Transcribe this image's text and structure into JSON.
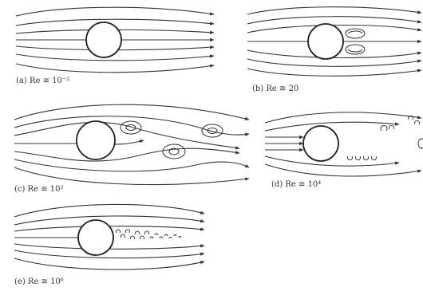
{
  "panels": [
    {
      "id": "a",
      "caption": "(a) Re ≅ 10⁻²"
    },
    {
      "id": "b",
      "caption": "(b) Re ≅ 20"
    },
    {
      "id": "c",
      "caption": "(c) Re ≅ 10²"
    },
    {
      "id": "d",
      "caption": "(d) Re ≅ 10⁴"
    },
    {
      "id": "e",
      "caption": "(e) Re ≅ 10⁶"
    }
  ],
  "colors": {
    "line": "#333333",
    "background": "#ffffff"
  }
}
